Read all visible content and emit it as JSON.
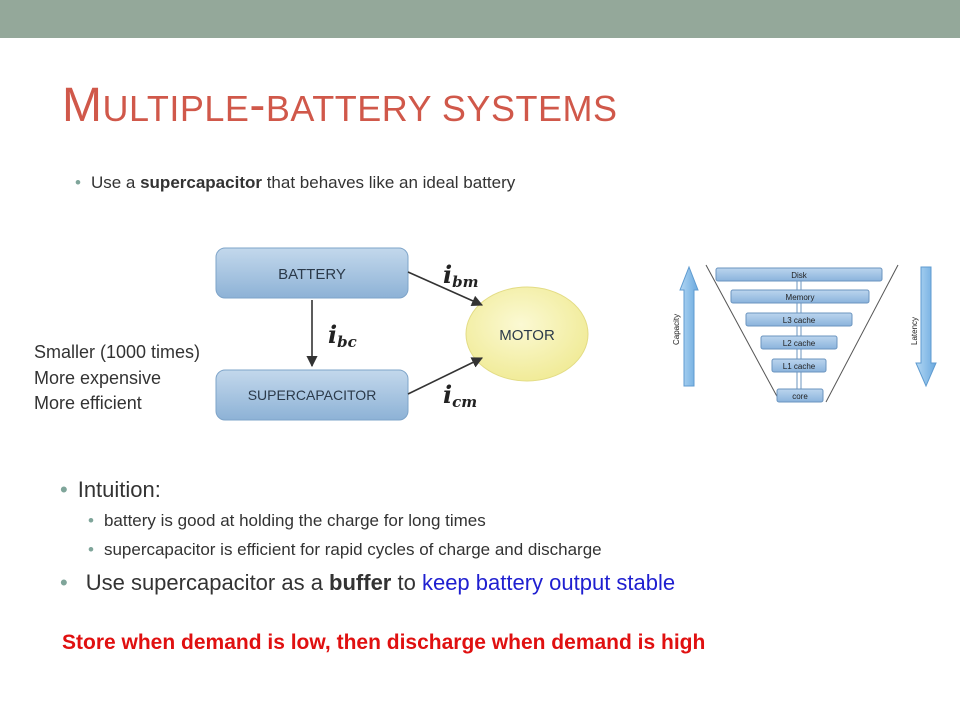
{
  "slide": {
    "title_first_letter": "M",
    "title_rest_1": "ULTIPLE",
    "title_dash": "-",
    "title_rest_2": "BATTERY SYSTEMS",
    "bullet1": {
      "pre": "Use a ",
      "bold": "supercapacitor",
      "post": " that behaves like an ideal battery"
    },
    "side_note": [
      "Smaller (1000 times)",
      "More expensive",
      "More efficient"
    ],
    "intuition": "Intuition:",
    "sub1": "battery is good at holding the charge for long times",
    "sub2": "supercapacitor is efficient for rapid cycles of charge and discharge",
    "bullet_last": {
      "pre": "Use supercapacitor as a ",
      "bold": "buffer",
      "mid": " to ",
      "blue": "keep battery output stable"
    },
    "red_note": "Store when demand is low, then discharge when demand is high"
  },
  "circuit": {
    "battery_label": "BATTERY",
    "supercap_label": "SUPERCAPACITOR",
    "motor_label": "MOTOR",
    "i_bm": {
      "base": "i",
      "sub": "bm"
    },
    "i_bc": {
      "base": "i",
      "sub": "bc"
    },
    "i_cm": {
      "base": "i",
      "sub": "cm"
    }
  },
  "hierarchy": {
    "levels": [
      "Disk",
      "Memory",
      "L3 cache",
      "L2 cache",
      "L1 cache",
      "core"
    ],
    "capacity_label": "Capacity",
    "latency_label": "Latency"
  },
  "colors": {
    "topbar": "#94a89a",
    "title": "#d0584a",
    "box_blue": "#9fc0de",
    "motor_yellow": "#f6f3a8",
    "arrow_blue": "#8fc1ea",
    "red": "#e01010",
    "link_blue": "#1f1fd0"
  }
}
